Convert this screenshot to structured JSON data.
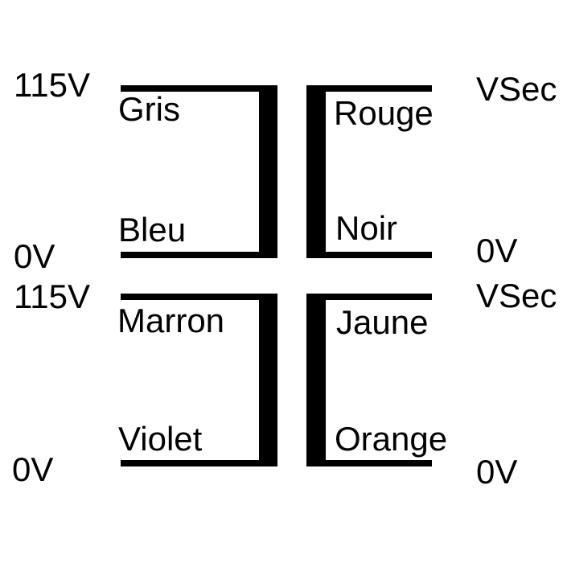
{
  "diagram": {
    "type": "transformer-wiring-diagram",
    "colors": {
      "background": "#ffffff",
      "ink": "#000000"
    },
    "windings": [
      {
        "id": "primary-1",
        "side": "left",
        "terminals": [
          {
            "voltage": "115V",
            "wire": "Gris"
          },
          {
            "voltage": "0V",
            "wire": "Bleu"
          }
        ]
      },
      {
        "id": "secondary-1",
        "side": "right",
        "terminals": [
          {
            "voltage": "VSec",
            "wire": "Rouge"
          },
          {
            "voltage": "0V",
            "wire": "Noir"
          }
        ]
      },
      {
        "id": "primary-2",
        "side": "left",
        "terminals": [
          {
            "voltage": "115V",
            "wire": "Marron"
          },
          {
            "voltage": "0V",
            "wire": "Violet"
          }
        ]
      },
      {
        "id": "secondary-2",
        "side": "right",
        "terminals": [
          {
            "voltage": "VSec",
            "wire": "Jaune"
          },
          {
            "voltage": "0V",
            "wire": "Orange"
          }
        ]
      }
    ]
  }
}
